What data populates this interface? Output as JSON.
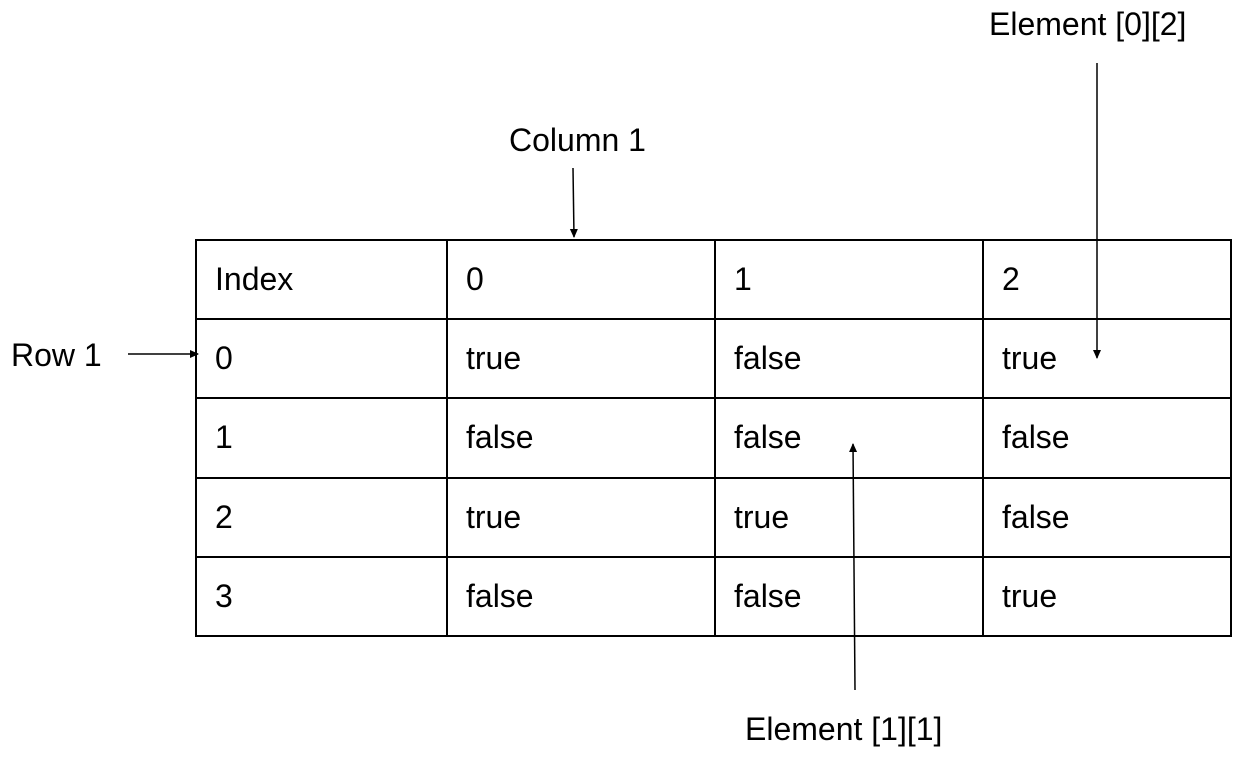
{
  "callouts": {
    "element_0_2": "Element [0][2]",
    "column_1": "Column 1",
    "row_1": "Row 1",
    "element_1_1": "Element [1][1]"
  },
  "table": {
    "header": [
      "Index",
      "0",
      "1",
      "2"
    ],
    "rows": [
      [
        "0",
        "true",
        "false",
        "true"
      ],
      [
        "1",
        "false",
        "false",
        "false"
      ],
      [
        "2",
        "true",
        "true",
        "false"
      ],
      [
        "3",
        "false",
        "false",
        "true"
      ]
    ]
  },
  "colors": {
    "line": "#000000",
    "background": "#ffffff"
  }
}
